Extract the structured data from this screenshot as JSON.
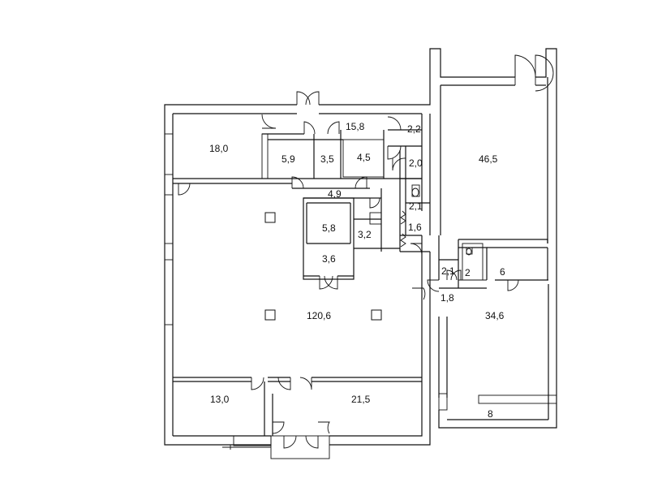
{
  "rooms": [
    {
      "id": "room-18",
      "label": "18,0"
    },
    {
      "id": "room-5-9",
      "label": "5,9"
    },
    {
      "id": "room-3-5",
      "label": "3,5"
    },
    {
      "id": "room-4-5",
      "label": "4,5"
    },
    {
      "id": "room-15-8",
      "label": "15,8"
    },
    {
      "id": "room-2-2",
      "label": "2,2"
    },
    {
      "id": "room-2-0",
      "label": "2,0"
    },
    {
      "id": "room-46-5",
      "label": "46,5"
    },
    {
      "id": "room-4-9",
      "label": "4,9"
    },
    {
      "id": "room-2-1-wc",
      "label": "2,1"
    },
    {
      "id": "room-5-8",
      "label": "5,8"
    },
    {
      "id": "room-3-2",
      "label": "3,2"
    },
    {
      "id": "room-1-6",
      "label": "1,6"
    },
    {
      "id": "room-3-6",
      "label": "3,6"
    },
    {
      "id": "room-120-6",
      "label": "120,6"
    },
    {
      "id": "room-2-1-b",
      "label": "2,1"
    },
    {
      "id": "room-2",
      "label": "2"
    },
    {
      "id": "room-6",
      "label": "6"
    },
    {
      "id": "room-1-8",
      "label": "1,8"
    },
    {
      "id": "room-34-6",
      "label": "34,6"
    },
    {
      "id": "room-13",
      "label": "13,0"
    },
    {
      "id": "room-21-5",
      "label": "21,5"
    },
    {
      "id": "room-8",
      "label": "8"
    }
  ]
}
